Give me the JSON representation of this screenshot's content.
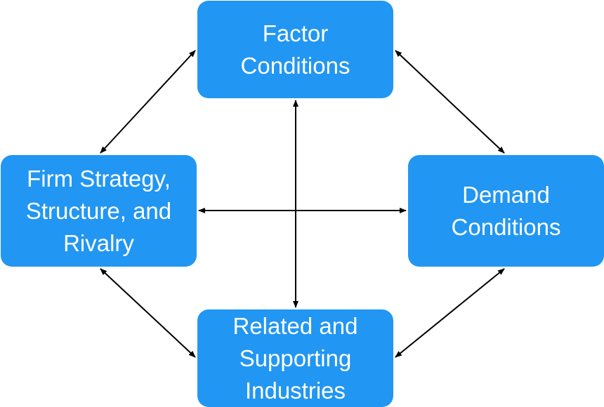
{
  "diagram": {
    "nodes": {
      "factor": "Factor Conditions",
      "firm": "Firm Strategy, Structure, and Rivalry",
      "demand": "Demand Conditions",
      "related": "Related and Supporting Industries"
    },
    "edges": [
      {
        "from": "factor",
        "to": "firm",
        "bidirectional": true
      },
      {
        "from": "factor",
        "to": "demand",
        "bidirectional": true
      },
      {
        "from": "factor",
        "to": "related",
        "bidirectional": true
      },
      {
        "from": "firm",
        "to": "demand",
        "bidirectional": true
      },
      {
        "from": "firm",
        "to": "related",
        "bidirectional": true
      },
      {
        "from": "demand",
        "to": "related",
        "bidirectional": true
      }
    ],
    "colors": {
      "node_fill": "#2196f3",
      "node_text": "#ffffff",
      "edge": "#000000"
    }
  }
}
